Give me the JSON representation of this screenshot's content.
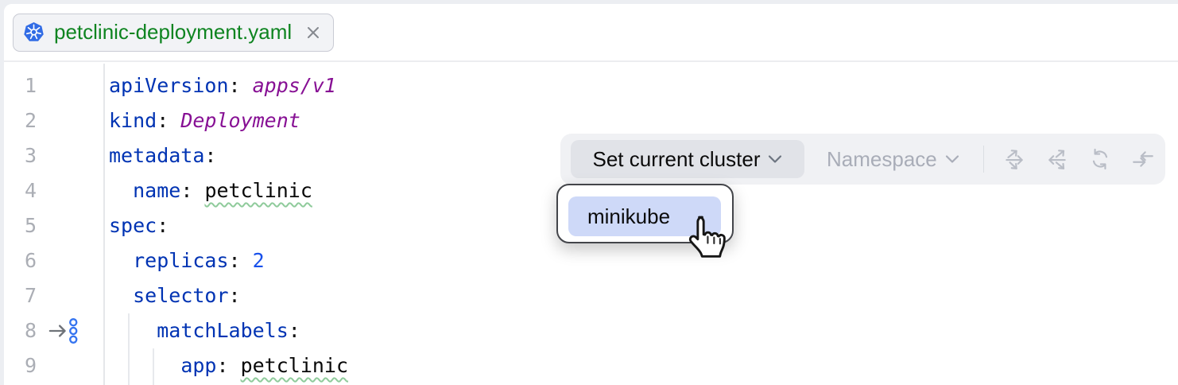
{
  "tab": {
    "filename": "petclinic-deployment.yaml",
    "icon": "kubernetes-icon",
    "filename_color": "#0E8420"
  },
  "editor": {
    "language": "yaml",
    "lines": [
      {
        "num": "1",
        "tokens": [
          [
            "key",
            "apiVersion"
          ],
          [
            "colon",
            ": "
          ],
          [
            "tag",
            "apps/v1"
          ]
        ]
      },
      {
        "num": "2",
        "tokens": [
          [
            "key",
            "kind"
          ],
          [
            "colon",
            ": "
          ],
          [
            "tag",
            "Deployment"
          ]
        ]
      },
      {
        "num": "3",
        "tokens": [
          [
            "key",
            "metadata"
          ],
          [
            "colon",
            ":"
          ]
        ]
      },
      {
        "num": "4",
        "tokens": [
          [
            "plain",
            "  "
          ],
          [
            "key",
            "name"
          ],
          [
            "colon",
            ": "
          ],
          [
            "typo",
            "petclinic"
          ]
        ]
      },
      {
        "num": "5",
        "tokens": [
          [
            "key",
            "spec"
          ],
          [
            "colon",
            ":"
          ]
        ]
      },
      {
        "num": "6",
        "tokens": [
          [
            "plain",
            "  "
          ],
          [
            "key",
            "replicas"
          ],
          [
            "colon",
            ": "
          ],
          [
            "num",
            "2"
          ]
        ]
      },
      {
        "num": "7",
        "tokens": [
          [
            "plain",
            "  "
          ],
          [
            "key",
            "selector"
          ],
          [
            "colon",
            ":"
          ]
        ]
      },
      {
        "num": "8",
        "gutter_icon": "selector-labels-icon",
        "tokens": [
          [
            "plain",
            "    "
          ],
          [
            "key",
            "matchLabels"
          ],
          [
            "colon",
            ":"
          ]
        ]
      },
      {
        "num": "9",
        "tokens": [
          [
            "plain",
            "      "
          ],
          [
            "key",
            "app"
          ],
          [
            "colon",
            ": "
          ],
          [
            "typo",
            "petclinic"
          ]
        ]
      }
    ]
  },
  "toolbar": {
    "cluster_button": {
      "label": "Set current cluster",
      "enabled": true
    },
    "namespace_button": {
      "label": "Namespace",
      "enabled": false
    },
    "action_icons": [
      {
        "name": "apply-to-cluster-icon",
        "enabled": false
      },
      {
        "name": "get-from-cluster-icon",
        "enabled": false
      },
      {
        "name": "refresh-icon",
        "enabled": false
      },
      {
        "name": "compare-collapse-icon",
        "enabled": false
      }
    ]
  },
  "popup": {
    "items": [
      {
        "label": "minikube",
        "selected": true
      }
    ]
  },
  "cursor": {
    "shape": "pointing-hand"
  },
  "colors": {
    "kubernetes_blue": "#326CE5",
    "yaml_key": "#0033B3",
    "yaml_tag": "#871094",
    "yaml_number": "#1750EB",
    "filename_green": "#0E8420",
    "selection_highlight": "#CED9F8",
    "toolbar_bg": "#F0F1F4",
    "button_hover_bg": "#E1E3E8",
    "disabled_text": "#A9ADB8"
  }
}
